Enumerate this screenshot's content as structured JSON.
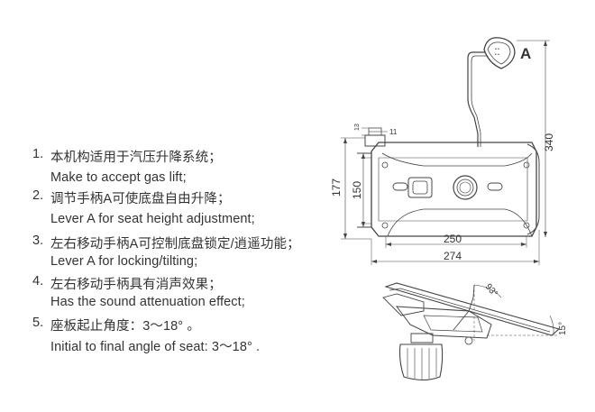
{
  "notes": [
    {
      "number": "1.",
      "text": "本机构适用于汽压升降系统；"
    },
    {
      "number": "",
      "text": "Make to accept gas lift;"
    },
    {
      "number": "2.",
      "text": "调节手柄A可使底盘自由升降；"
    },
    {
      "number": "",
      "text": "Lever A for seat height adjustment;"
    },
    {
      "number": "3.",
      "text": "左右移动手柄A可控制底盘锁定/逍遥功能；"
    },
    {
      "number": "",
      "text": "Lever A for locking/tilting;"
    },
    {
      "number": "4.",
      "text": "左右移动手柄具有消声效果；"
    },
    {
      "number": "",
      "text": "Has the sound attenuation effect;"
    },
    {
      "number": "5.",
      "text": "座板起止角度：3～18° 。"
    },
    {
      "number": "",
      "text": "Initial to final angle of seat: 3～18° ."
    }
  ],
  "drawing": {
    "lever_label": "A",
    "dimensions": {
      "height_total": "340",
      "plate_outer_height": "177",
      "plate_inner_height": "150",
      "inner_width": "250",
      "outer_width": "274",
      "thickness_a": "13",
      "thickness_b": "11",
      "tilt_angle": "93°",
      "seat_angle": "15°"
    }
  }
}
